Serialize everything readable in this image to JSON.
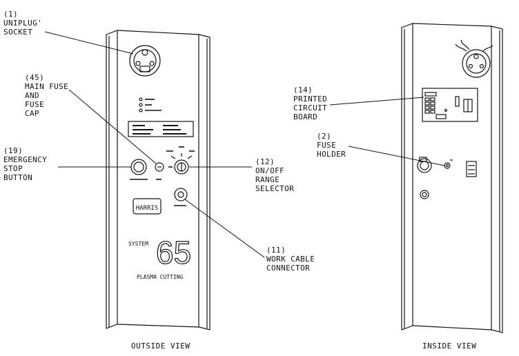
{
  "callouts": {
    "uniplug": "(1)\nUNIPLUG'\nSOCKET",
    "main_fuse": "(45)\nMAIN FUSE\nAND\nFUSE\nCAP",
    "emergency_stop": "(19)\nEMERGENCY\nSTOP\nBUTTON",
    "range_selector": "(12)\nON/OFF\nRANGE\nSELECTOR",
    "work_cable": "(11)\nWORK CABLE\nCONNECTOR",
    "pcb": "(14)\nPRINTED\nCIRCUIT\nBOARD",
    "fuse_holder": "(2)\nFUSE\nHOLDER"
  },
  "panel": {
    "logo": "HARRIS",
    "system_word": "SYSTEM",
    "model_number": "65",
    "subtitle": "PLASMA CUTTING"
  },
  "captions": {
    "outside": "OUTSIDE VIEW",
    "inside": "INSIDE VIEW"
  }
}
